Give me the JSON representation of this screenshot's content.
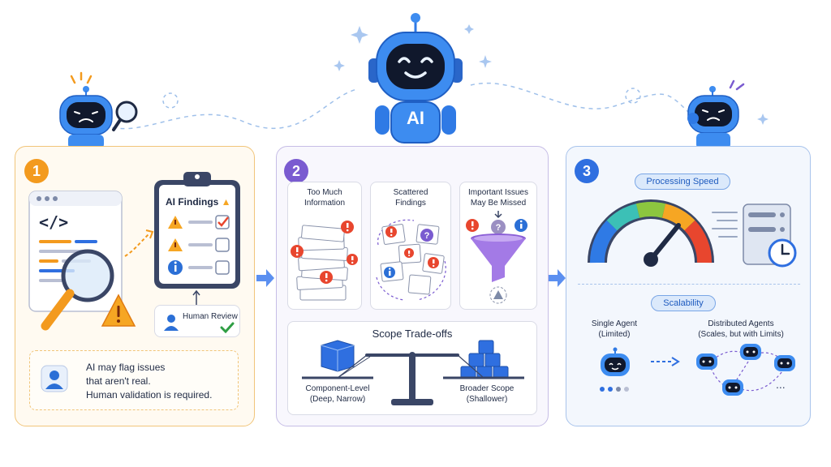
{
  "mascot": {
    "chest_label": "AI"
  },
  "panel1": {
    "number": "1",
    "code_symbol": "</>",
    "findings_title": "AI Findings",
    "human_review_label": "Human Review",
    "note_line1": "AI may flag issues",
    "note_line2": "that aren't real.",
    "note_line3": "Human validation is required."
  },
  "panel2": {
    "number": "2",
    "card1_line1": "Too Much",
    "card1_line2": "Information",
    "card2_line1": "Scattered",
    "card2_line2": "Findings",
    "card3_line1": "Important Issues",
    "card3_line2": "May Be Missed",
    "scope_title": "Scope Trade-offs",
    "left_line1": "Component-Level",
    "left_line2": "(Deep, Narrow)",
    "right_line1": "Broader Scope",
    "right_line2": "(Shallower)"
  },
  "panel3": {
    "number": "3",
    "speed_label": "Processing Speed",
    "scalability_label": "Scalability",
    "single_line1": "Single Agent",
    "single_line2": "(Limited)",
    "distributed_line1": "Distributed Agents",
    "distributed_line2": "(Scales, but with Limits)",
    "more_dots": "..."
  },
  "colors": {
    "orange_accent": "#f39a1e",
    "purple_accent": "#7a5bd0",
    "blue_accent": "#2f6fe0",
    "warning": "#f6a623",
    "error": "#e8462e",
    "info": "#2b6fd6",
    "robot_blue": "#2f7ae5"
  }
}
